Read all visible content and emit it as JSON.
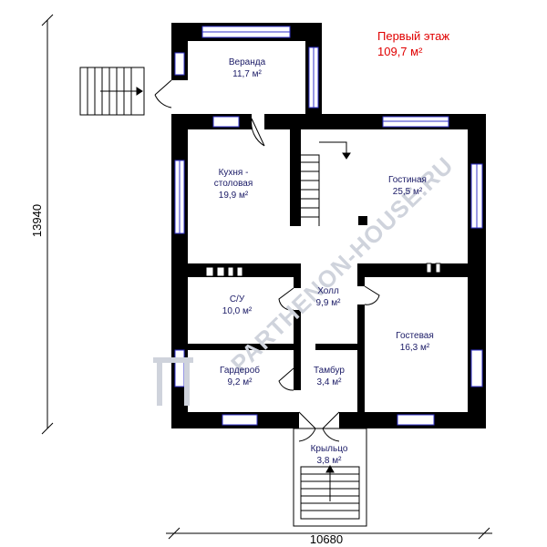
{
  "floor": {
    "title": "Первый этаж",
    "area": "109,7 м²"
  },
  "rooms": {
    "veranda": {
      "name": "Веранда",
      "area": "11,7 м²"
    },
    "kitchen": {
      "line1": "Кухня -",
      "line2": "столовая",
      "area": "19,9 м²"
    },
    "living": {
      "name": "Гостиная",
      "area": "25,5 м²"
    },
    "bathroom": {
      "name": "С/У",
      "area": "10,0 м²"
    },
    "hall": {
      "name": "Холл",
      "area": "9,9 м²"
    },
    "guest": {
      "name": "Гостевая",
      "area": "16,3 м²"
    },
    "wardrobe": {
      "name": "Гардероб",
      "area": "9,2 м²"
    },
    "vestibule": {
      "name": "Тамбур",
      "area": "3,4 м²"
    },
    "porch": {
      "name": "Крыльцо",
      "area": "3,8 м²"
    }
  },
  "dimensions": {
    "width": "10680",
    "height": "13940"
  },
  "watermark": {
    "text": "PARTHENON-HOUSE.RU"
  },
  "colors": {
    "wall": "#000000",
    "window": "#3333cc",
    "title": "#e00000",
    "label": "#1a1a66"
  }
}
